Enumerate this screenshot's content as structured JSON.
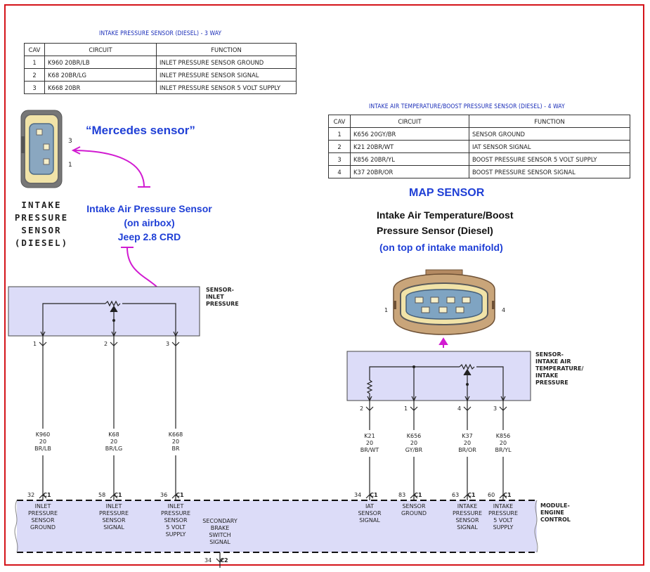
{
  "table_left": {
    "title": "INTAKE PRESSURE SENSOR (DIESEL) - 3 WAY",
    "headers": [
      "CAV",
      "CIRCUIT",
      "FUNCTION"
    ],
    "rows": [
      [
        "1",
        "K960 20BR/LB",
        "INLET PRESSURE SENSOR GROUND"
      ],
      [
        "2",
        "K68 20BR/LG",
        "INLET PRESSURE SENSOR SIGNAL"
      ],
      [
        "3",
        "K668 20BR",
        "INLET PRESSURE SENSOR 5 VOLT SUPPLY"
      ]
    ]
  },
  "table_right": {
    "title": "INTAKE AIR TEMPERATURE/BOOST PRESSURE SENSOR (DIESEL) - 4 WAY",
    "headers": [
      "CAV",
      "CIRCUIT",
      "FUNCTION"
    ],
    "rows": [
      [
        "1",
        "K656 20GY/BR",
        "SENSOR GROUND"
      ],
      [
        "2",
        "K21 20BR/WT",
        "IAT SENSOR SIGNAL"
      ],
      [
        "3",
        "K856 20BR/YL",
        "BOOST PRESSURE SENSOR 5 VOLT SUPPLY"
      ],
      [
        "4",
        "K37 20BR/OR",
        "BOOST PRESSURE SENSOR SIGNAL"
      ]
    ]
  },
  "annotations": {
    "mercedes": "“Mercedes sensor”",
    "intake_sensor_lines": [
      "Intake Air Pressure Sensor",
      "(on airbox)",
      "Jeep 2.8 CRD"
    ],
    "map_sensor": "MAP SENSOR",
    "iat_lines": [
      "Intake Air Temperature/Boost",
      "Pressure Sensor (Diesel)"
    ],
    "iat_location": "(on top of intake manifold)",
    "stencil_lines": [
      "INTAKE",
      "PRESSURE",
      "SENSOR",
      "(DIESEL)"
    ]
  },
  "connector_left": {
    "pin_top": "3",
    "pin_bottom": "1"
  },
  "connector_right": {
    "pin_left": "1",
    "pin_right": "4"
  },
  "component_labels": {
    "sensor_inlet": [
      "SENSOR-",
      "INLET",
      "PRESSURE"
    ],
    "sensor_iat": [
      "SENSOR-",
      "INTAKE AIR",
      "TEMPERATURE/",
      "INTAKE",
      "PRESSURE"
    ],
    "module": [
      "MODULE-",
      "ENGINE",
      "CONTROL"
    ]
  },
  "left_wires": [
    {
      "pin": "1",
      "circuit": [
        "K960",
        "20",
        "BR/LB"
      ],
      "ecm_pin": "32",
      "conn": "C1",
      "func": [
        "INLET",
        "PRESSURE",
        "SENSOR",
        "GROUND"
      ]
    },
    {
      "pin": "2",
      "circuit": [
        "K68",
        "20",
        "BR/LG"
      ],
      "ecm_pin": "58",
      "conn": "C1",
      "func": [
        "INLET",
        "PRESSURE",
        "SENSOR",
        "SIGNAL"
      ]
    },
    {
      "pin": "3",
      "circuit": [
        "K668",
        "20",
        "BR"
      ],
      "ecm_pin": "36",
      "conn": "C1",
      "func": [
        "INLET",
        "PRESSURE",
        "SENSOR",
        "5 VOLT",
        "SUPPLY"
      ]
    }
  ],
  "secondary_brake": {
    "func": [
      "SECONDARY",
      "BRAKE",
      "SWITCH",
      "SIGNAL"
    ],
    "ecm_pin": "34",
    "conn": "C2"
  },
  "right_wires": [
    {
      "pin": "2",
      "circuit": [
        "K21",
        "20",
        "BR/WT"
      ],
      "ecm_pin": "34",
      "conn": "C1",
      "func": [
        "IAT",
        "SENSOR",
        "SIGNAL"
      ]
    },
    {
      "pin": "1",
      "circuit": [
        "K656",
        "20",
        "GY/BR"
      ],
      "ecm_pin": "83",
      "conn": "C1",
      "func": [
        "SENSOR",
        "GROUND"
      ]
    },
    {
      "pin": "4",
      "circuit": [
        "K37",
        "20",
        "BR/OR"
      ],
      "ecm_pin": "63",
      "conn": "C1",
      "func": [
        "INTAKE",
        "PRESSURE",
        "SENSOR",
        "SIGNAL"
      ]
    },
    {
      "pin": "3",
      "circuit": [
        "K856",
        "20",
        "BR/YL"
      ],
      "ecm_pin": "60",
      "conn": "C1",
      "func": [
        "INTAKE",
        "PRESSURE",
        "5 VOLT",
        "SUPPLY"
      ]
    }
  ],
  "colors": {
    "frame": "#d4141a",
    "title_blue": "#1a2db8",
    "annotation_blue": "#1f3fd6",
    "annotation_magenta": "#d11bd1",
    "box_fill": "#dcdcf8",
    "connector_fill": "#f1e3a8",
    "connector_body": "#c9a57a",
    "pin_fill": "#7fa4c2"
  }
}
